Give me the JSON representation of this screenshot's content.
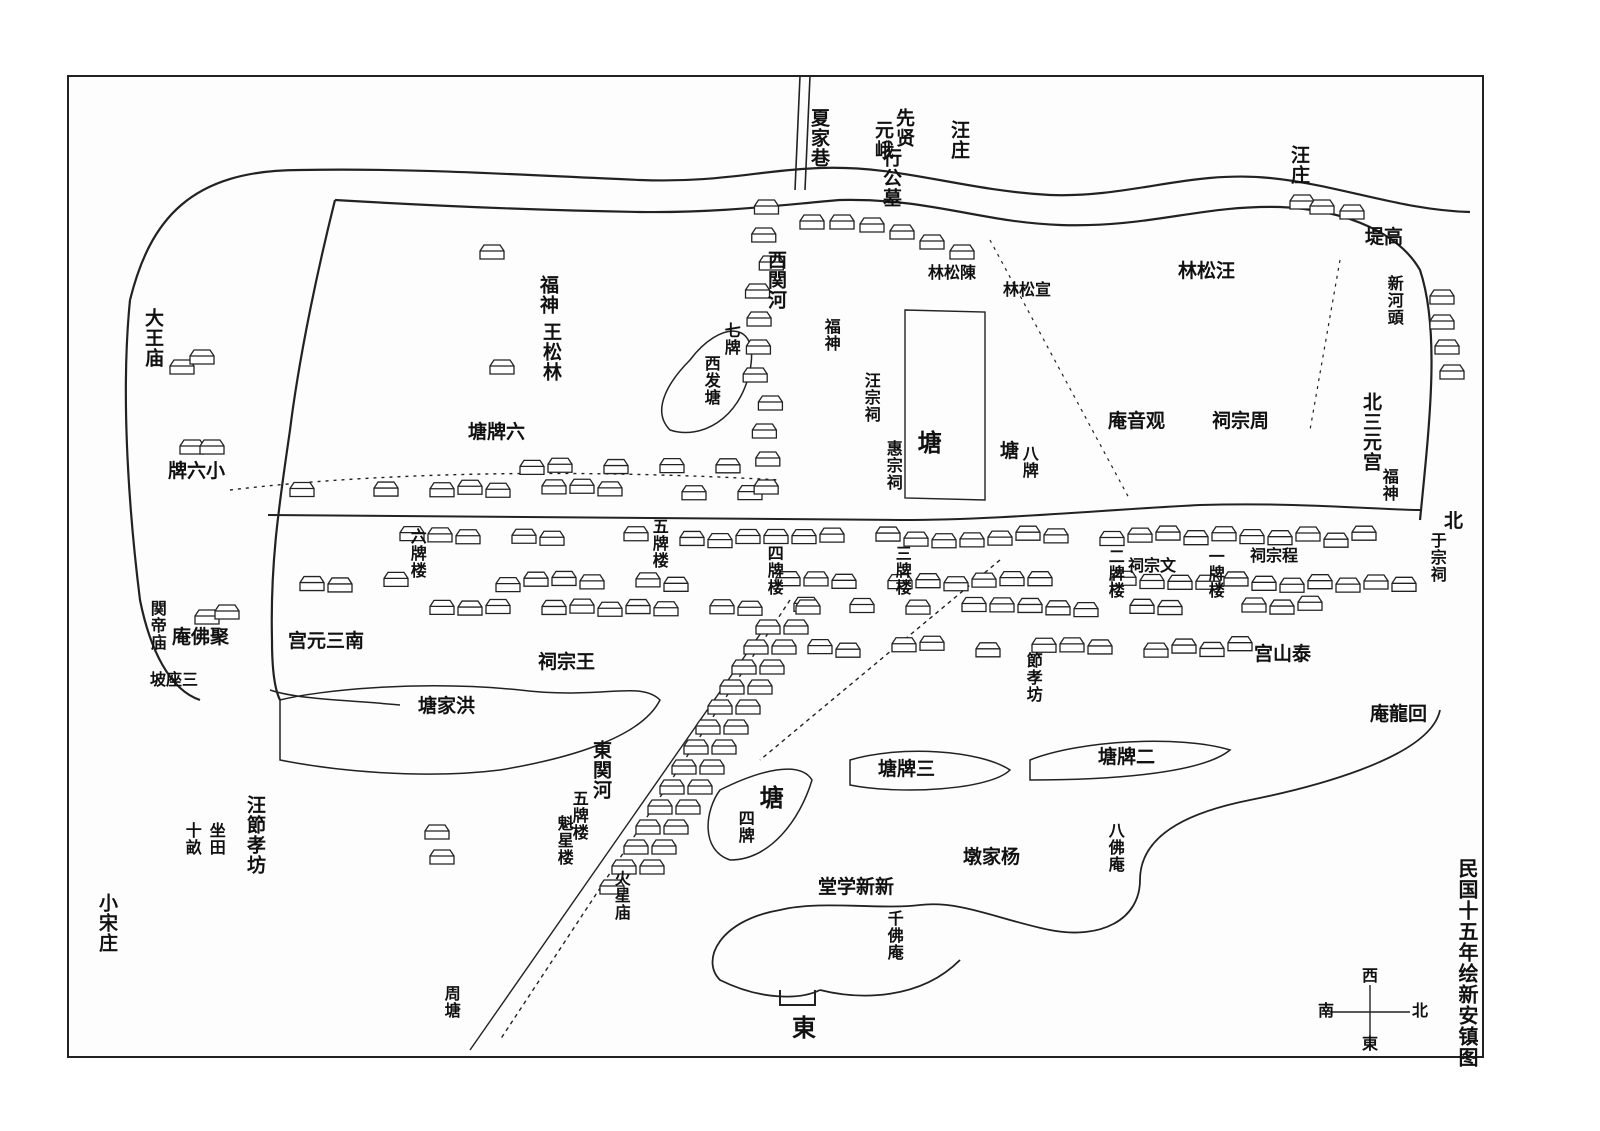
{
  "map": {
    "title": "民国十五年绘新安镇图",
    "compass": {
      "west": "西",
      "south": "南",
      "north": "北",
      "east": "東"
    },
    "labels": {
      "xiajiaxiang": "夏家巷",
      "tomb_a": "元峨",
      "tomb_b": "先贤",
      "tomb_c": "行公墓",
      "wangzhuang_top": "汪庄",
      "wangzhuang_right": "汪庄",
      "gaodi": "堤高",
      "xinhetou": "新河頭",
      "chen_songlin": "林松陳",
      "xuan_songlin": "林松宣",
      "wang_songlin_ne": "林松汪",
      "xiguanhe": "西関河",
      "fushen_w": "福神",
      "wang_songlin": "王松林",
      "qipai": "七牌",
      "xifatang": "西发塘",
      "fushen_c": "福神",
      "wang_zongci": "汪宗祠",
      "hui_zongci": "惠宗祠",
      "tang_c": "塘",
      "bapai": "八牌",
      "bapai_tang": "塘",
      "guanyinan": "庵音观",
      "zhou_zongci": "祠宗周",
      "bei_sanyuangong": "北三元宫",
      "fushen_e": "福神",
      "dawangmiao": "大王庙",
      "liupaitang": "塘牌六",
      "xiaoliupai": "牌六小",
      "liupailou": "六牌楼",
      "wupailou": "五牌楼",
      "sipailou": "四牌楼",
      "sanpailou": "三牌楼",
      "erpailou": "二牌楼",
      "yipailou": "一牌楼",
      "wen_zongci": "祠宗文",
      "cheng_zongci": "祠宗程",
      "bei": "北",
      "yu_zongci": "于宗祠",
      "jufoan": "庵佛聚",
      "guandimiao": "関帝庙",
      "sanzuopo": "坡座三",
      "nan_sanyuangong": "宫元三南",
      "wang_zongci_s": "祠宗王",
      "taishangong": "宫山泰",
      "huilongan": "庵龍回",
      "hongjiatang": "塘家洪",
      "jiexiaofang": "節孝坊",
      "sanpaitang": "塘牌三",
      "erpaitang": "塘牌二",
      "dongguanhe": "東関河",
      "wupailou_s": "五牌楼",
      "kuixinglou": "魁星楼",
      "huoxingmiao": "火星庙",
      "sipai": "四牌",
      "sipai_tang": "塘",
      "yangjiadun": "墩家杨",
      "bafoan": "八佛庵",
      "xinxin_xuetang": "堂学新新",
      "qianfoan": "千佛庵",
      "dong_gate": "東",
      "zhoutang": "周塘",
      "wang_jiexiaofang": "汪節孝坊",
      "zuotian": "坐田",
      "shimu": "十畝",
      "xiaosongzhuang": "小宋庄"
    },
    "colors": {
      "ink": "#1a1a1a",
      "paper": "#ffffff"
    }
  }
}
